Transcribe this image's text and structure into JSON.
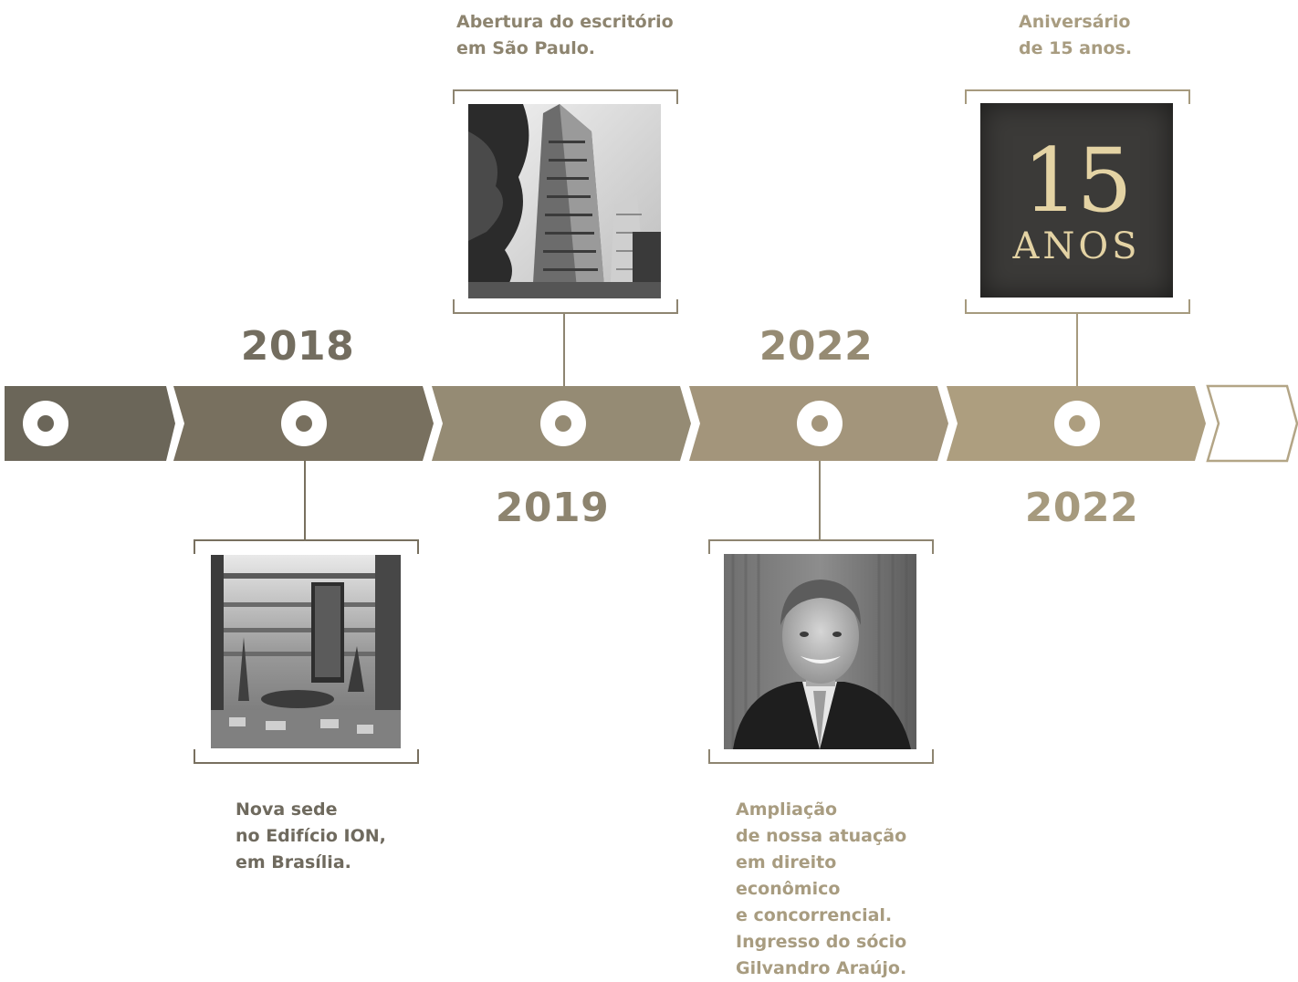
{
  "colors": {
    "seg1": "#6b6659",
    "seg2": "#78705f",
    "seg3": "#958b74",
    "seg4": "#a3957b",
    "seg5": "#ad9e7f",
    "outline": "#b3a586",
    "year_dark": "#736d5f",
    "year_mid": "#8d846f",
    "year_light": "#a69a7e",
    "caption_dark": "#6f6a5e",
    "caption_light": "#a89c80",
    "line": "#8e8571"
  },
  "events": [
    {
      "year": "2018",
      "caption": "Nova sede\nno Edifício ION,\nem Brasília.",
      "photo": "atrium-interior-photo"
    },
    {
      "year": "2019",
      "caption": "Abertura do escritório\nem São Paulo.",
      "photo": "office-tower-photo"
    },
    {
      "year": "2022",
      "caption": "Ampliação\nde nossa atuação\nem direito\neconômico\ne concorrencial.\nIngresso do sócio\nGilvandro Araújo.",
      "photo": "partner-portrait-photo"
    },
    {
      "year": "2022",
      "caption": "Aniversário\nde 15 anos.",
      "badge_number": "15",
      "badge_word": "ANOS"
    }
  ]
}
